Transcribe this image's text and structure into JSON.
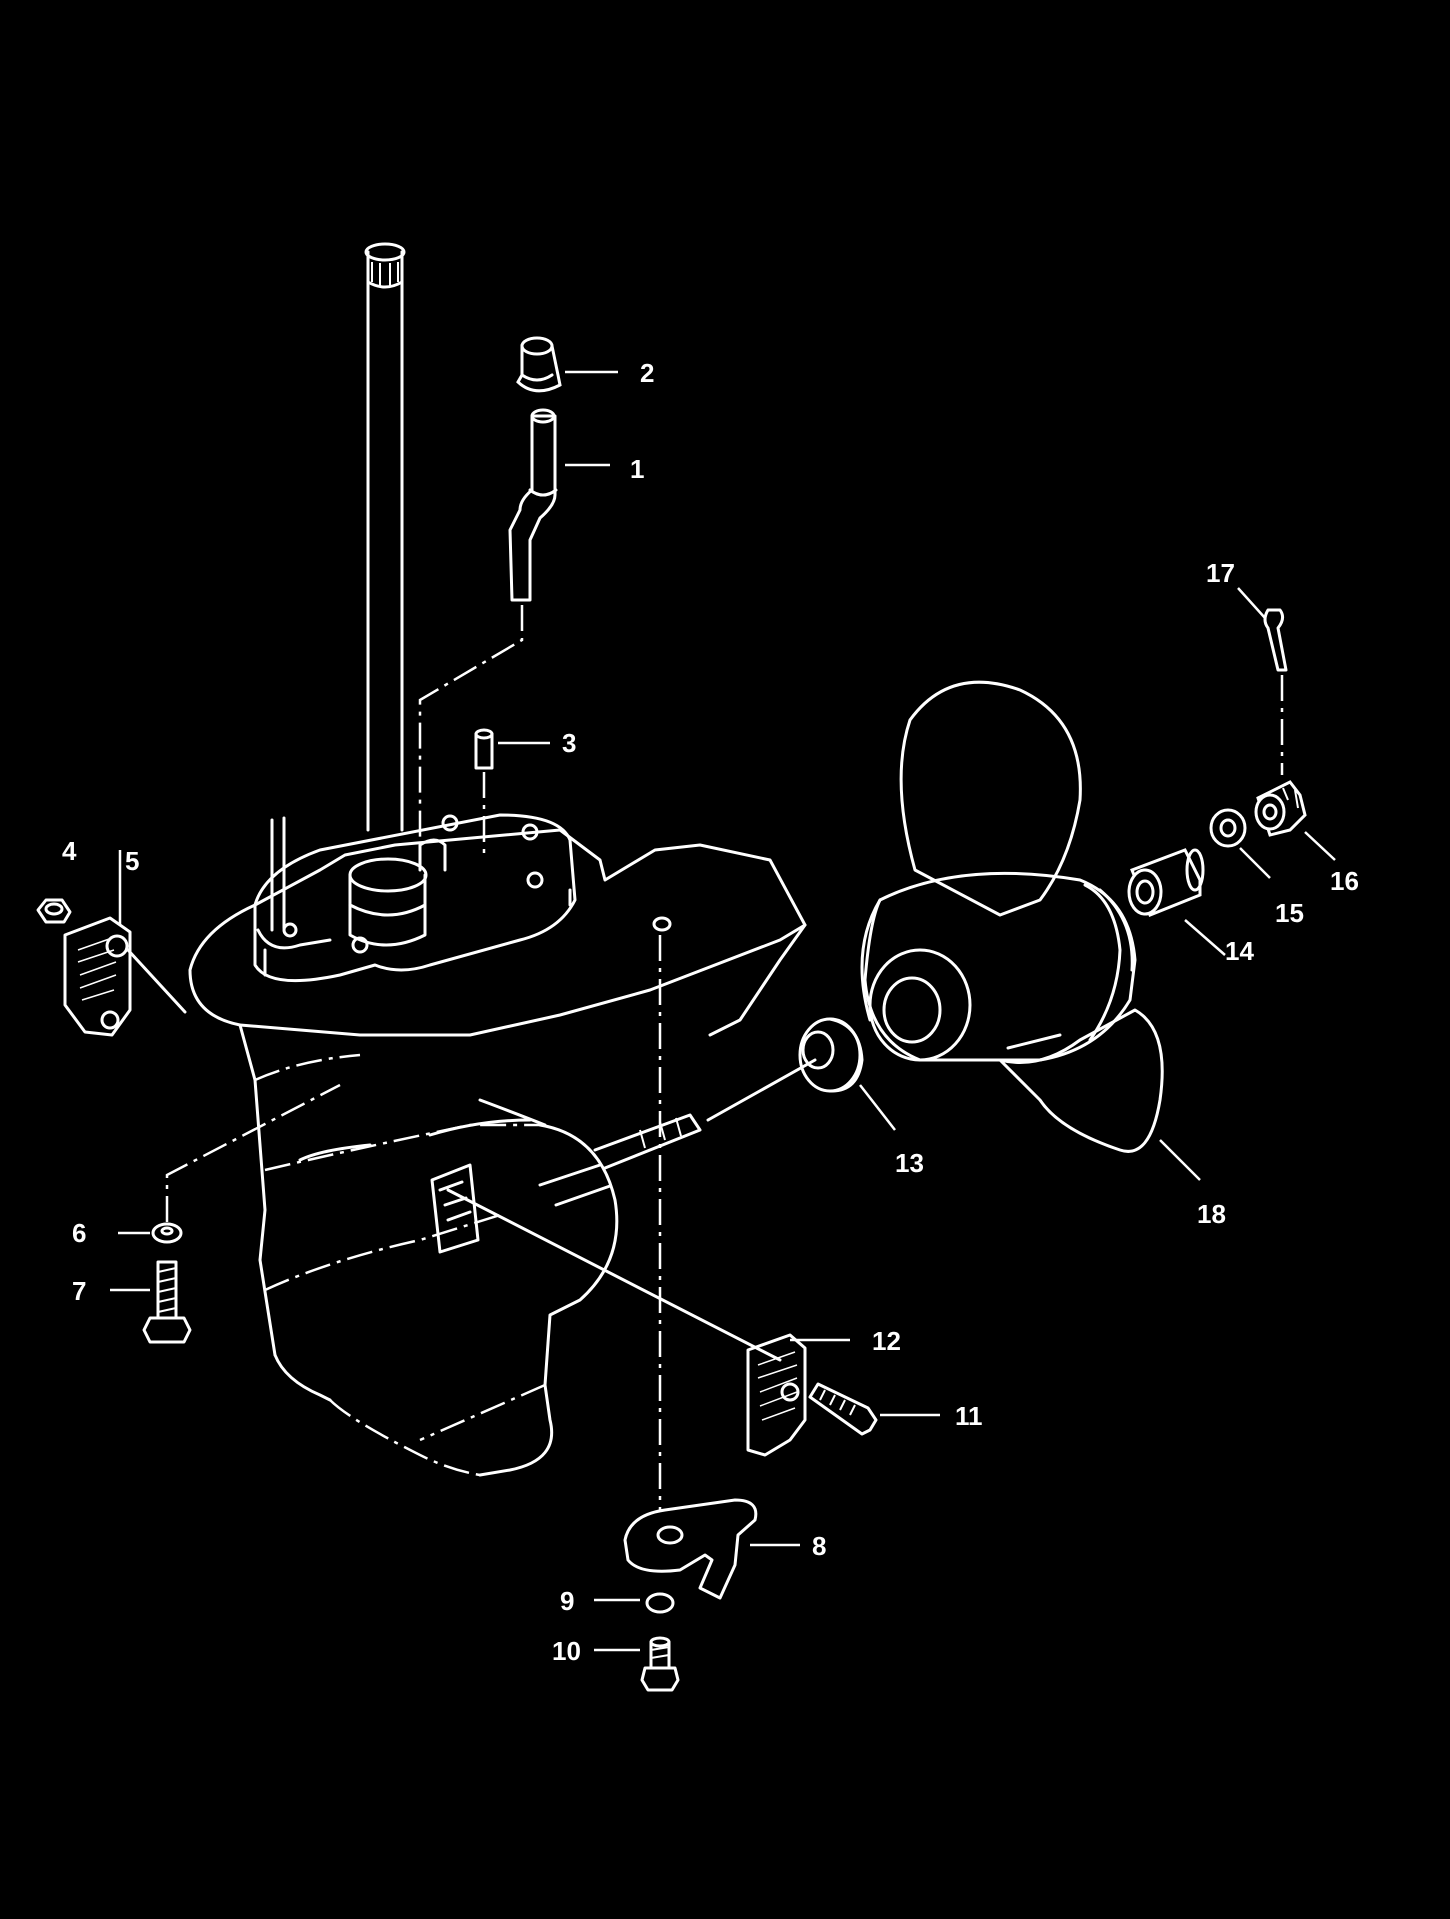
{
  "callouts": [
    {
      "id": "1",
      "label": "1",
      "part": "shift-rod"
    },
    {
      "id": "2",
      "label": "2",
      "part": "grommet"
    },
    {
      "id": "3",
      "label": "3",
      "part": "dowel-pin"
    },
    {
      "id": "4",
      "label": "4",
      "part": "nut"
    },
    {
      "id": "5",
      "label": "5",
      "part": "water-inlet-cover-left"
    },
    {
      "id": "6",
      "label": "6",
      "part": "washer"
    },
    {
      "id": "7",
      "label": "7",
      "part": "bolt"
    },
    {
      "id": "8",
      "label": "8",
      "part": "trim-tab"
    },
    {
      "id": "9",
      "label": "9",
      "part": "washer"
    },
    {
      "id": "10",
      "label": "10",
      "part": "bolt"
    },
    {
      "id": "11",
      "label": "11",
      "part": "screw"
    },
    {
      "id": "12",
      "label": "12",
      "part": "water-inlet-cover-right"
    },
    {
      "id": "13",
      "label": "13",
      "part": "thrust-washer"
    },
    {
      "id": "14",
      "label": "14",
      "part": "spacer"
    },
    {
      "id": "15",
      "label": "15",
      "part": "washer"
    },
    {
      "id": "16",
      "label": "16",
      "part": "castle-nut"
    },
    {
      "id": "17",
      "label": "17",
      "part": "cotter-pin"
    },
    {
      "id": "18",
      "label": "18",
      "part": "propeller"
    }
  ],
  "colors": {
    "background": "#000000",
    "line": "#ffffff"
  }
}
